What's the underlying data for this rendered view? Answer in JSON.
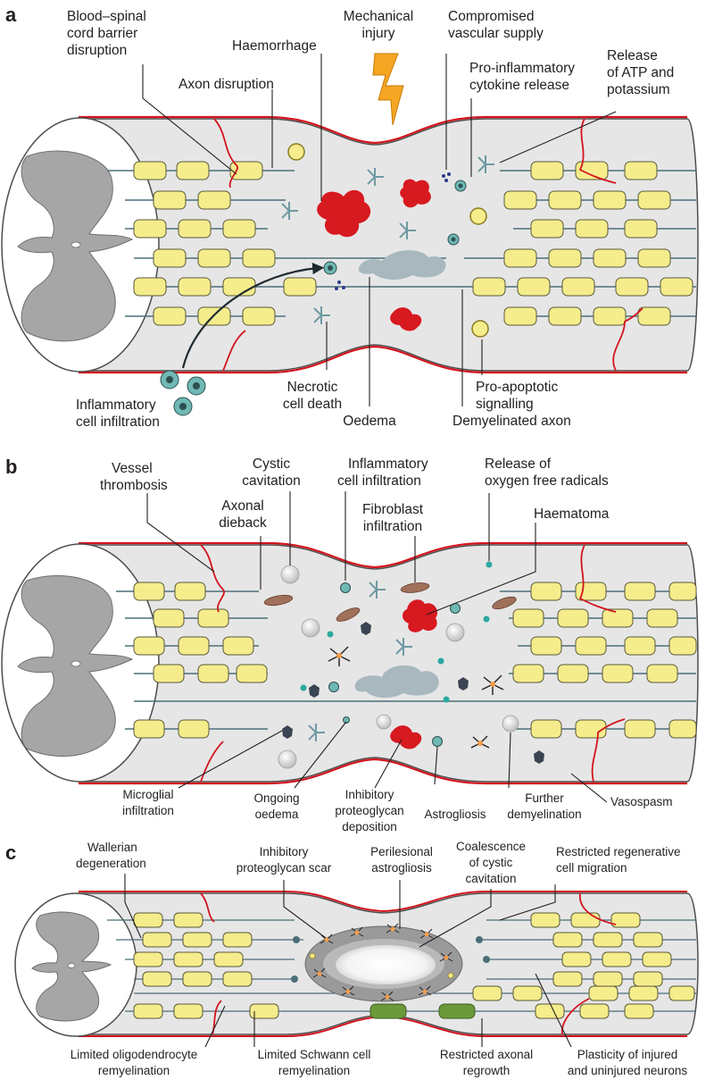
{
  "panels": [
    {
      "id": "a",
      "letter": "a",
      "labels": [
        {
          "key": "bscb",
          "lines": [
            "Blood–spinal",
            "cord barrier",
            "disruption"
          ]
        },
        {
          "key": "mech",
          "lines": [
            "Mechanical",
            "injury"
          ]
        },
        {
          "key": "vasc",
          "lines": [
            "Compromised",
            "vascular supply"
          ]
        },
        {
          "key": "haem",
          "lines": [
            "Haemorrhage"
          ]
        },
        {
          "key": "axdis",
          "lines": [
            "Axon disruption"
          ]
        },
        {
          "key": "cyto",
          "lines": [
            "Pro-inflammatory",
            "cytokine release"
          ]
        },
        {
          "key": "atp",
          "lines": [
            "Release",
            "of ATP and",
            "potassium"
          ]
        },
        {
          "key": "infl",
          "lines": [
            "Inflammatory",
            "cell infiltration"
          ]
        },
        {
          "key": "necro",
          "lines": [
            "Necrotic",
            "cell death"
          ]
        },
        {
          "key": "oed",
          "lines": [
            "Oedema"
          ]
        },
        {
          "key": "apop",
          "lines": [
            "Pro-apoptotic",
            "signalling"
          ]
        },
        {
          "key": "demy",
          "lines": [
            "Demyelinated axon"
          ]
        }
      ]
    },
    {
      "id": "b",
      "letter": "b",
      "labels": [
        {
          "key": "thromb",
          "lines": [
            "Vessel",
            "thrombosis"
          ]
        },
        {
          "key": "cystic",
          "lines": [
            "Cystic",
            "cavitation"
          ]
        },
        {
          "key": "inflb",
          "lines": [
            "Inflammatory",
            "cell infiltration"
          ]
        },
        {
          "key": "ofr",
          "lines": [
            "Release of",
            "oxygen free radicals"
          ]
        },
        {
          "key": "dieback",
          "lines": [
            "Axonal",
            "dieback"
          ]
        },
        {
          "key": "fibro",
          "lines": [
            "Fibroblast",
            "infiltration"
          ]
        },
        {
          "key": "haematoma",
          "lines": [
            "Haematoma"
          ]
        },
        {
          "key": "micro",
          "lines": [
            "Microglial",
            "infiltration"
          ]
        },
        {
          "key": "ongoing",
          "lines": [
            "Ongoing",
            "oedema"
          ]
        },
        {
          "key": "inhib",
          "lines": [
            "Inhibitory",
            "proteoglycan",
            "deposition"
          ]
        },
        {
          "key": "astro",
          "lines": [
            "Astrogliosis"
          ]
        },
        {
          "key": "further",
          "lines": [
            "Further",
            "demyelination"
          ]
        },
        {
          "key": "vaso",
          "lines": [
            "Vasospasm"
          ]
        }
      ]
    },
    {
      "id": "c",
      "letter": "c",
      "labels": [
        {
          "key": "waller",
          "lines": [
            "Wallerian",
            "degeneration"
          ]
        },
        {
          "key": "scar",
          "lines": [
            "Inhibitory",
            "proteoglycan scar"
          ]
        },
        {
          "key": "peri",
          "lines": [
            "Perilesional",
            "astrogliosis"
          ]
        },
        {
          "key": "coal",
          "lines": [
            "Coalescence",
            "of cystic",
            "cavitation"
          ]
        },
        {
          "key": "restr",
          "lines": [
            "Restricted regenerative",
            "cell migration"
          ]
        },
        {
          "key": "oligo",
          "lines": [
            "Limited oligodendrocyte",
            "remyelination"
          ]
        },
        {
          "key": "schwann",
          "lines": [
            "Limited Schwann cell",
            "remyelination"
          ]
        },
        {
          "key": "regrow",
          "lines": [
            "Restricted axonal",
            "regrowth"
          ]
        },
        {
          "key": "plast",
          "lines": [
            "Plasticity of injured",
            "and uninjured neurons"
          ]
        }
      ]
    }
  ],
  "colors": {
    "cord_fill": "#e6e6e6",
    "cord_outline": "#4d4d4d",
    "grey_matter": "#a6a6a6",
    "myelin": "#f5ec8c",
    "myelin_edge": "#5a5a3a",
    "axon": "#4b6e78",
    "vessel": "#d2141e",
    "haemorrhage": "#d71920",
    "oedema": "#a9b8bf",
    "inflammatory_cell": "#6fb8b4",
    "microglia": "#3a4452",
    "fibroblast": "#a0705a",
    "schwann": "#6b9a3c"
  }
}
